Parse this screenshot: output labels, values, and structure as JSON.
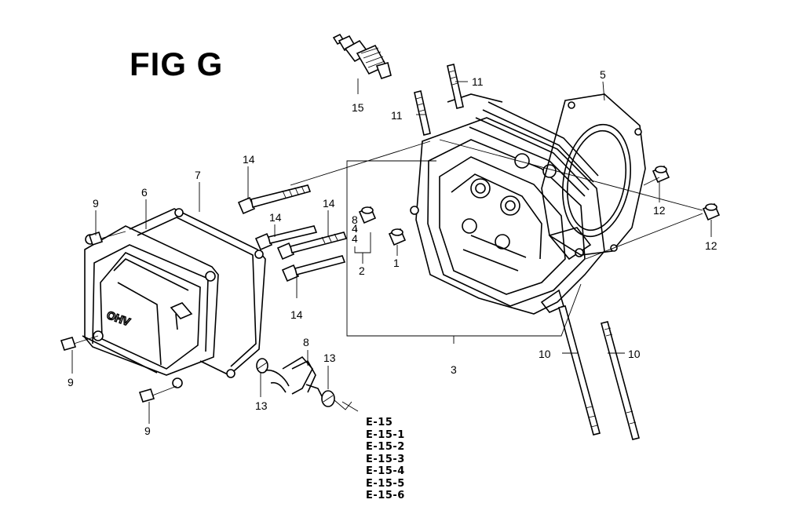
{
  "figure": {
    "title": "FIG G"
  },
  "callouts": [
    {
      "id": "c1",
      "label": "1"
    },
    {
      "id": "c2",
      "label": "2"
    },
    {
      "id": "c3",
      "label": "3"
    },
    {
      "id": "c4",
      "label": "4"
    },
    {
      "id": "c4b",
      "label": "4"
    },
    {
      "id": "c5",
      "label": "5"
    },
    {
      "id": "c6",
      "label": "6"
    },
    {
      "id": "c7",
      "label": "7"
    },
    {
      "id": "c8",
      "label": "8"
    },
    {
      "id": "c8b",
      "label": "8"
    },
    {
      "id": "c9a",
      "label": "9"
    },
    {
      "id": "c9b",
      "label": "9"
    },
    {
      "id": "c9c",
      "label": "9"
    },
    {
      "id": "c10a",
      "label": "10"
    },
    {
      "id": "c10b",
      "label": "10"
    },
    {
      "id": "c11a",
      "label": "11"
    },
    {
      "id": "c11b",
      "label": "11"
    },
    {
      "id": "c12a",
      "label": "12"
    },
    {
      "id": "c12b",
      "label": "12"
    },
    {
      "id": "c13a",
      "label": "13"
    },
    {
      "id": "c13b",
      "label": "13"
    },
    {
      "id": "c14a",
      "label": "14"
    },
    {
      "id": "c14b",
      "label": "14"
    },
    {
      "id": "c14c",
      "label": "14"
    },
    {
      "id": "c14d",
      "label": "14"
    },
    {
      "id": "c15",
      "label": "15"
    }
  ],
  "cover_marking": "OHV",
  "references": [
    "E-15",
    "E-15-1",
    "E-15-2",
    "E-15-3",
    "E-15-4",
    "E-15-5",
    "E-15-6"
  ]
}
